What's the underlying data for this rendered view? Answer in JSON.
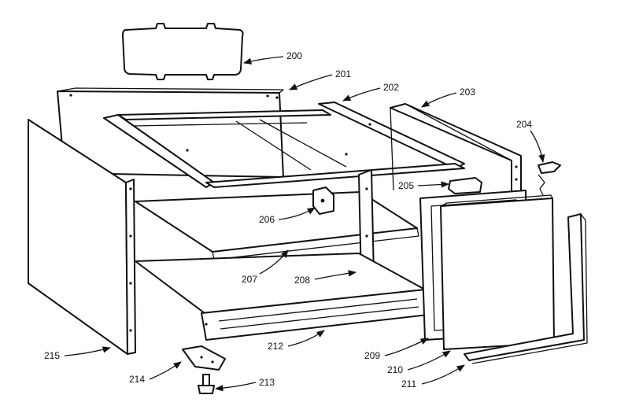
{
  "callouts": [
    {
      "id": "200",
      "label": "200"
    },
    {
      "id": "201",
      "label": "201"
    },
    {
      "id": "202",
      "label": "202"
    },
    {
      "id": "203",
      "label": "203"
    },
    {
      "id": "204",
      "label": "204"
    },
    {
      "id": "205",
      "label": "205"
    },
    {
      "id": "206",
      "label": "206"
    },
    {
      "id": "207",
      "label": "207"
    },
    {
      "id": "208",
      "label": "208"
    },
    {
      "id": "209",
      "label": "209"
    },
    {
      "id": "210",
      "label": "210"
    },
    {
      "id": "211",
      "label": "211"
    },
    {
      "id": "212",
      "label": "212"
    },
    {
      "id": "213",
      "label": "213"
    },
    {
      "id": "214",
      "label": "214"
    },
    {
      "id": "215",
      "label": "215"
    }
  ]
}
